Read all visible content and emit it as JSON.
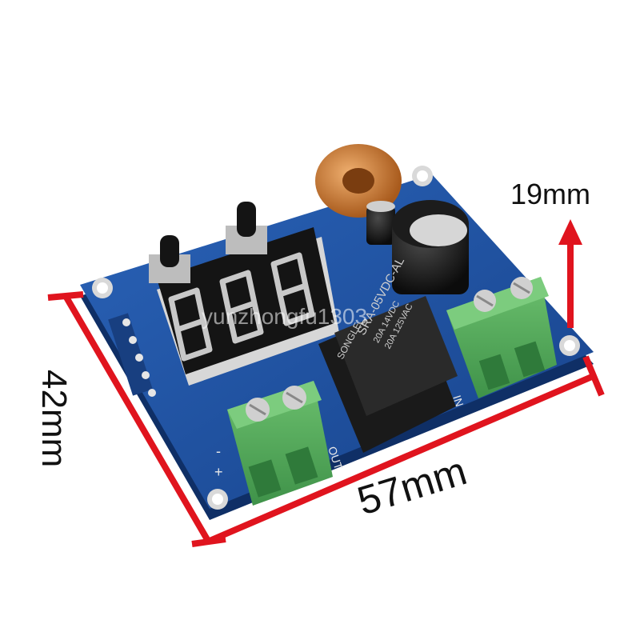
{
  "dimensions": {
    "height": "19mm",
    "width": "57mm",
    "depth": "42mm"
  },
  "watermark": "yunzhongfu1303",
  "board_silkscreen": {
    "relay_model": "SRA-05VDC-AL",
    "relay_brand": "SONGLE",
    "relay_rating_1": "20A 14VDC",
    "relay_rating_2": "20A 125VAC",
    "display_digits": "8.8.8",
    "out_label": "OUT",
    "in_label": "IN",
    "plus_label": "+",
    "minus_label": "-"
  },
  "colors": {
    "pcb": "#1f4f9e",
    "terminal": "#4faa5a",
    "dimension_line": "#e0141e",
    "relay": "#1a1a1a",
    "display": "#141414",
    "segment": "#c8c8c8",
    "coil_copper": "#c8772e"
  }
}
